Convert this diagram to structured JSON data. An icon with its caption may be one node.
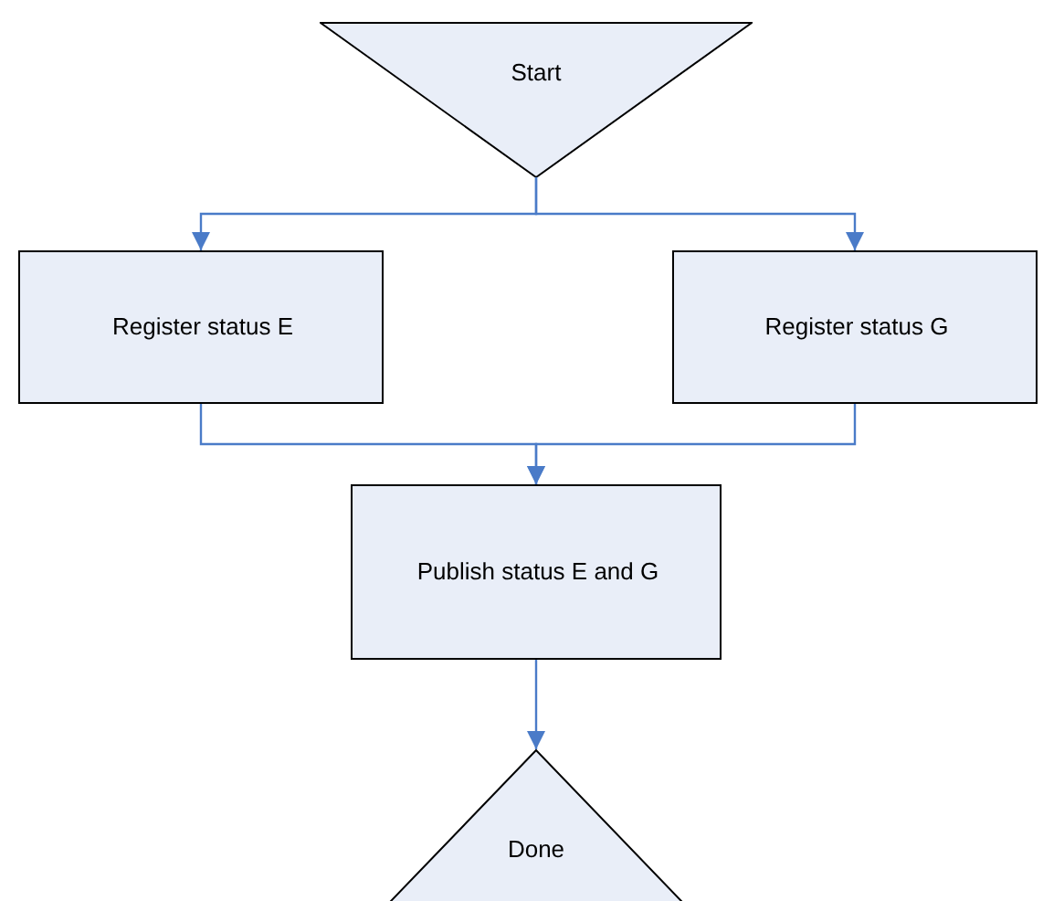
{
  "diagram": {
    "nodes": [
      {
        "text": [
          "Start"
        ]
      },
      {
        "text": [
          "Register status E"
        ]
      },
      {
        "text": [
          "Register status G"
        ]
      },
      {
        "text": [
          "Publish status E and G"
        ]
      },
      {
        "text": [
          "Done"
        ]
      }
    ],
    "edges": [
      {
        "from": 0,
        "to": 1,
        "arrow": "to"
      },
      {
        "from": 0,
        "to": 2,
        "arrow": "to"
      },
      {
        "from": 1,
        "to": 3,
        "arrow": "to"
      },
      {
        "from": 2,
        "to": 3,
        "arrow": "to"
      },
      {
        "from": 3,
        "to": 4,
        "arrow": "to"
      }
    ]
  }
}
